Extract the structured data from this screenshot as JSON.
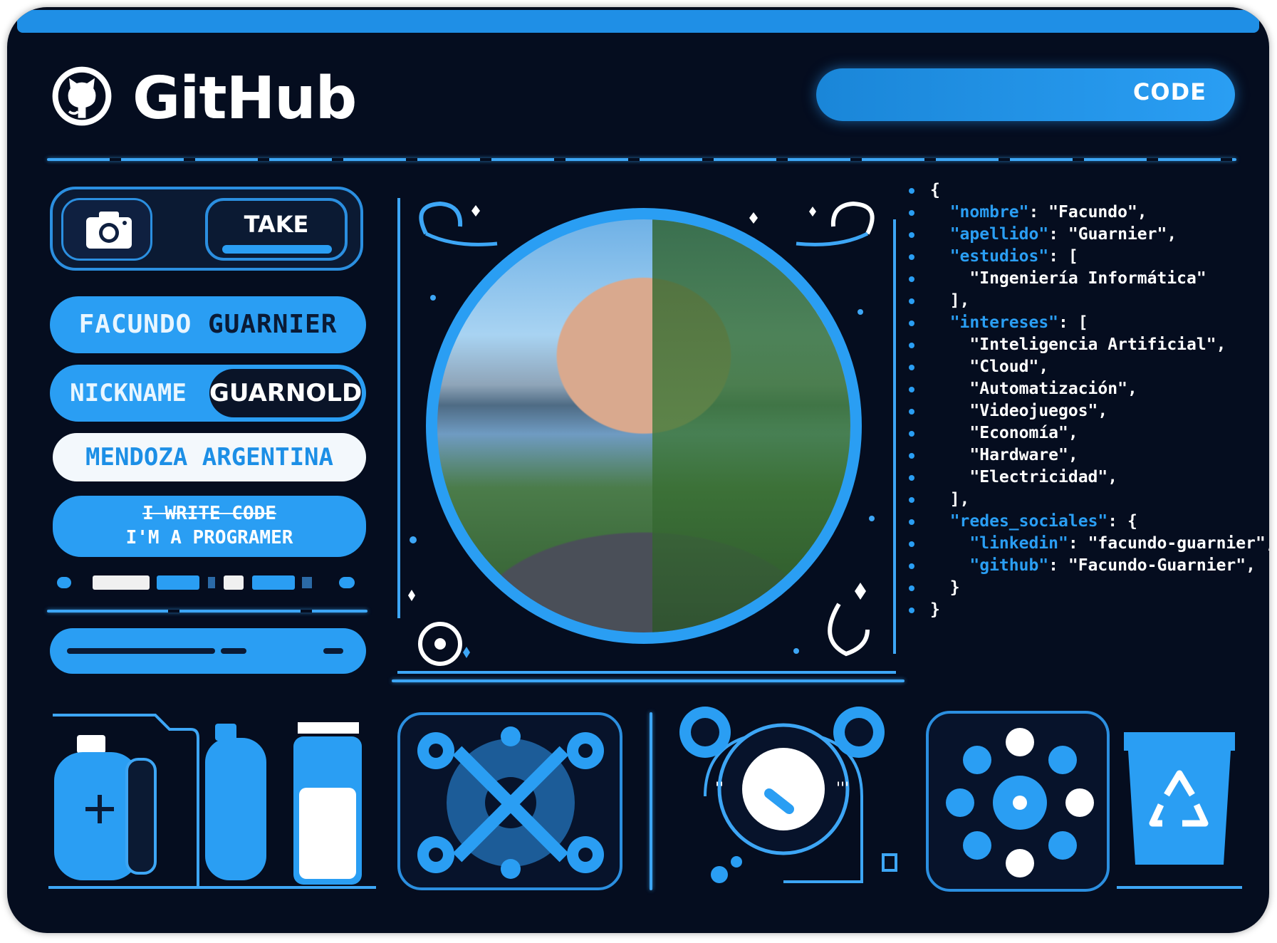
{
  "header": {
    "brand": "GitHub",
    "code_label": "CODE"
  },
  "profile": {
    "take_label": "TAKE",
    "first_name": "FACUNDO",
    "last_name": "GUARNIER",
    "nickname_label": "NICKNAME",
    "nickname_value": "GUARNOLD",
    "location": "MENDOZA ARGENTINA",
    "tagline_struck": "I WRITE CODE",
    "tagline": "I'M A PROGRAMER"
  },
  "json_lines": [
    {
      "indent": 0,
      "key": "",
      "value": "{"
    },
    {
      "indent": 1,
      "key": "\"nombre\"",
      "value": ": \"Facundo\","
    },
    {
      "indent": 1,
      "key": "\"apellido\"",
      "value": ": \"Guarnier\","
    },
    {
      "indent": 1,
      "key": "\"estudios\"",
      "value": ": ["
    },
    {
      "indent": 2,
      "key": "",
      "value": "\"Ingeniería Informática\""
    },
    {
      "indent": 1,
      "key": "",
      "value": "],"
    },
    {
      "indent": 1,
      "key": "\"intereses\"",
      "value": ": ["
    },
    {
      "indent": 2,
      "key": "",
      "value": "\"Inteligencia Artificial\","
    },
    {
      "indent": 2,
      "key": "",
      "value": "\"Cloud\","
    },
    {
      "indent": 2,
      "key": "",
      "value": "\"Automatización\","
    },
    {
      "indent": 2,
      "key": "",
      "value": "\"Videojuegos\","
    },
    {
      "indent": 2,
      "key": "",
      "value": "\"Economía\","
    },
    {
      "indent": 2,
      "key": "",
      "value": "\"Hardware\","
    },
    {
      "indent": 2,
      "key": "",
      "value": "\"Electricidad\","
    },
    {
      "indent": 1,
      "key": "",
      "value": "],"
    },
    {
      "indent": 1,
      "key": "\"redes_sociales\"",
      "value": ": {"
    },
    {
      "indent": 2,
      "key": "\"linkedin\"",
      "value": ": \"facundo-guarnier\","
    },
    {
      "indent": 2,
      "key": "\"github\"",
      "value": ": \"Facundo-Guarnier\","
    },
    {
      "indent": 1,
      "key": "",
      "value": "}"
    },
    {
      "indent": 0,
      "key": "",
      "value": "}"
    }
  ],
  "icons": {
    "logo": "github-octocat-icon",
    "camera": "camera-icon",
    "plus": "plus-icon",
    "recycle": "recycle-icon"
  },
  "colors": {
    "background": "#050d1f",
    "accent": "#2a9ef3",
    "text": "#ffffff"
  }
}
